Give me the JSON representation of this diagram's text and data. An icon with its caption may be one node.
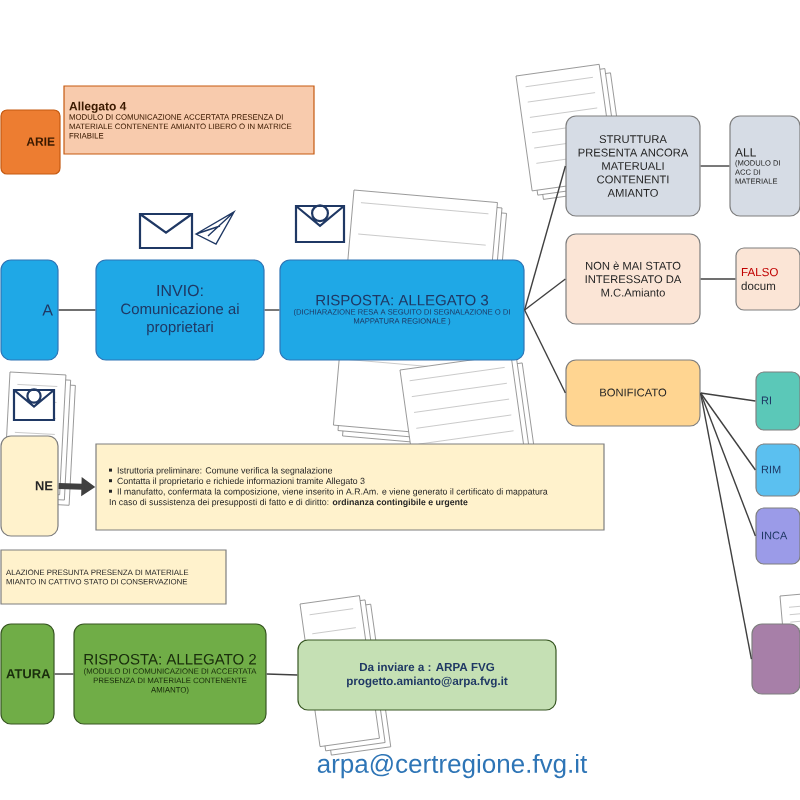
{
  "diagram": {
    "nodes": [
      {
        "text": [
          "ARIE"
        ]
      },
      {
        "text": [
          "Allegato 4",
          "MODULO DI COMUNICAZIONE ACCERTATA PRESENZA DI MATERIALE CONTENENTE AMIANTO LIBERO O IN MATRICE FRIABILE"
        ]
      },
      {
        "text": [
          "A"
        ]
      },
      {
        "text": [
          "INVIO:",
          "Comunicazione ai proprietari"
        ]
      },
      {
        "text": [
          "RISPOSTA: ALLEGATO 3",
          "(DICHIARAZIONE RESA A SEGUITO DI SEGNALAZIONE O DI MAPPATURA REGIONALE )"
        ]
      },
      {
        "text": [
          "STRUTTURA PRESENTA ANCORA MATERUALI CONTENENTI AMIANTO"
        ]
      },
      {
        "text": [
          "ALL",
          "(MODULO DI ACC DI MATERIALE"
        ]
      },
      {
        "text": [
          "NON è MAI STATO INTERESSATO DA M.C.Amianto"
        ]
      },
      {
        "text": [
          "FALSO",
          "docum"
        ]
      },
      {
        "text": [
          "BONIFICATO"
        ]
      },
      {
        "text": [
          "RI"
        ]
      },
      {
        "text": [
          "RIM"
        ]
      },
      {
        "text": [
          "INCA"
        ]
      },
      {
        "text": [],
        "shape": "box"
      },
      {
        "text": [
          "NE"
        ]
      },
      {
        "text": [
          "Istruttoria preliminare: Comune verifica la segnalazione",
          "Contatta il proprietario e richiede informazioni tramite Allegato 3",
          "Il manufatto, confermata la composizione, viene inserito in A.R.Am. e viene generato il certificato di mappatura",
          "In caso di sussistenza dei presupposti di fatto e di diritto: **ordinanza contingibile e urgente**"
        ]
      },
      {
        "text": [
          "ALAZIONE PRESUNTA PRESENZA DI MATERIALE",
          "MIANTO IN CATTIVO STATO DI CONSERVAZIONE"
        ]
      },
      {
        "text": [
          "ATURA"
        ]
      },
      {
        "text": [
          "RISPOSTA: ALLEGATO 2",
          "(MODULO DI COMUNICAZIONE DI ACCERTATA PRESENZA DI MATERIALE CONTENENTE AMIANTO)"
        ]
      },
      {
        "text": [
          "Da inviare a : ARPA FVG",
          "progetto.amianto@arpa.fvg.it"
        ]
      }
    ],
    "edges": [
      {
        "from": 2,
        "to": 3,
        "arrow": "none"
      },
      {
        "from": 3,
        "to": 4,
        "arrow": "none"
      },
      {
        "from": 4,
        "to": 5,
        "arrow": "none"
      },
      {
        "from": 4,
        "to": 7,
        "arrow": "none"
      },
      {
        "from": 4,
        "to": 9,
        "arrow": "none"
      },
      {
        "from": 5,
        "to": 6,
        "arrow": "none"
      },
      {
        "from": 7,
        "to": 8,
        "arrow": "none"
      },
      {
        "from": 9,
        "to": 10,
        "arrow": "none"
      },
      {
        "from": 9,
        "to": 11,
        "arrow": "none"
      },
      {
        "from": 9,
        "to": 12,
        "arrow": "none"
      },
      {
        "from": 9,
        "to": 13,
        "arrow": "none"
      },
      {
        "from": 14,
        "to": 15,
        "arrow": "to",
        "style": "thick"
      },
      {
        "from": 17,
        "to": 18,
        "arrow": "none"
      },
      {
        "from": 18,
        "to": 19,
        "arrow": "none"
      }
    ],
    "labels": [
      "arpa@certregione.fvg.it"
    ]
  }
}
